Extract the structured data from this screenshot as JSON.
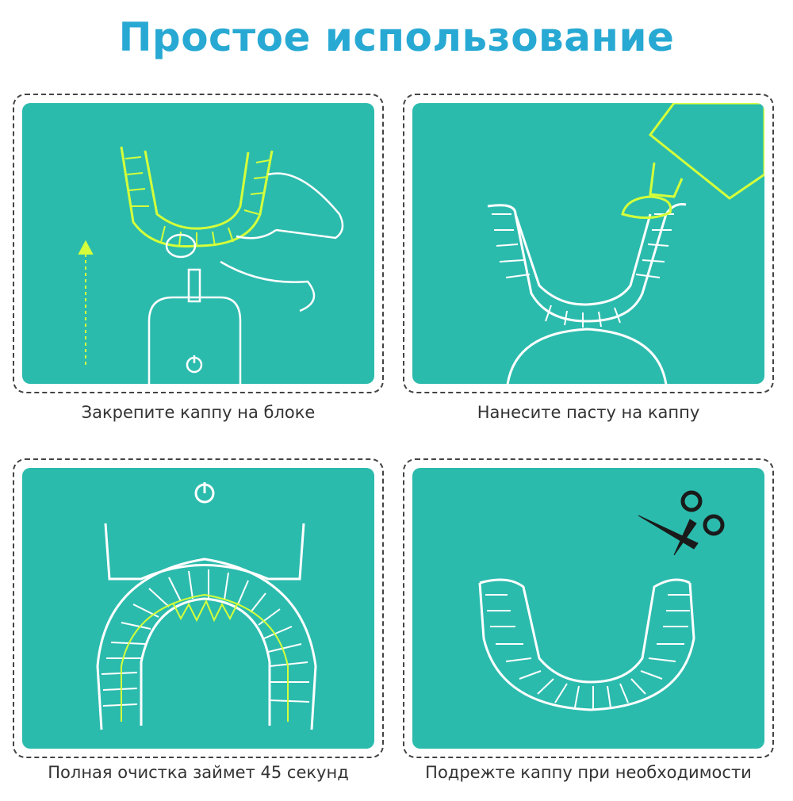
{
  "title": "Простое использование",
  "steps": [
    {
      "caption": "Закрепите каппу на блоке",
      "icon": "mouthpiece-attach-icon"
    },
    {
      "caption": "Нанесите пасту на каппу",
      "icon": "toothpaste-icon"
    },
    {
      "caption": "Полная очистка займет 45 секунд",
      "icon": "cleaning-icon"
    },
    {
      "caption": "Подрежте каппу при необходимости",
      "icon": "scissors-icon"
    }
  ],
  "colors": {
    "title": "#27a9d3",
    "panel": "#2bbbad",
    "line": "#ffffff",
    "highlight": "#d4ff3a"
  }
}
